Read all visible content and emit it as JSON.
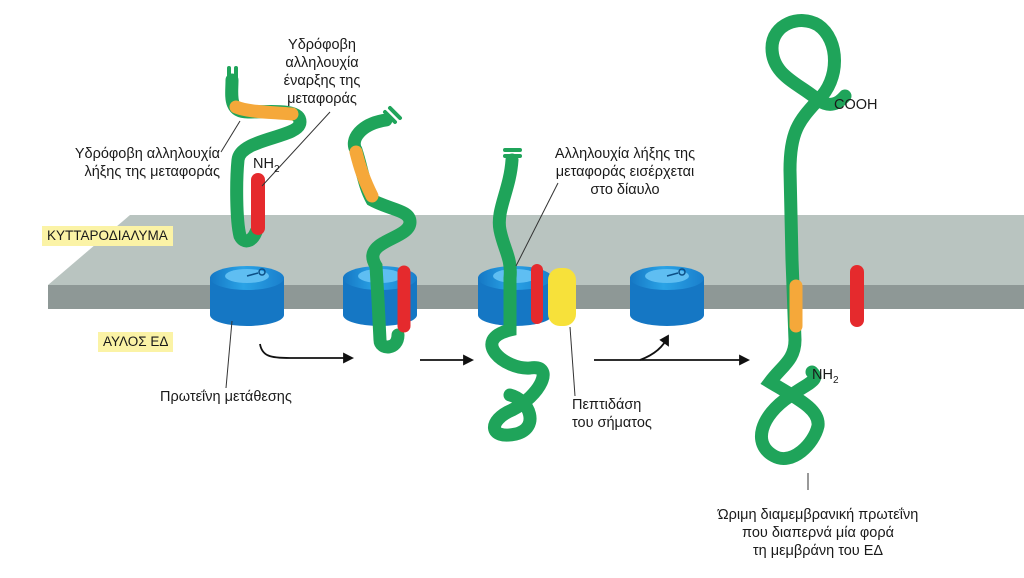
{
  "regions": {
    "cytosol": "ΚΥΤΤΑΡΟΔΙΑΛΥΜΑ",
    "er_lumen": "ΑΥΛΟΣ ΕΔ"
  },
  "labels": {
    "start_transfer": [
      "Υδρόφοβη",
      "αλληλουχία",
      "έναρξης της",
      "μεταφοράς"
    ],
    "stop_transfer": [
      "Υδρόφοβη αλληλουχία",
      "λήξης της μεταφοράς"
    ],
    "nh2_top": "NH",
    "nh2_top_sub": "2",
    "stop_enters": [
      "Αλληλουχία λήξης της",
      "μεταφοράς εισέρχεται",
      "στο δίαυλο"
    ],
    "cooh": "COOH",
    "translocon": "Πρωτεΐνη μετάθεσης",
    "signal_peptidase": [
      "Πεπτιδάση",
      "του σήματος"
    ],
    "nh2_bottom": "NH",
    "nh2_bottom_sub": "2",
    "mature_protein": [
      "Ώριμη διαμεμβρανική πρωτεΐνη",
      "που διαπερνά μία φορά",
      "τη μεμβράνη του ΕΔ"
    ]
  },
  "colors": {
    "chain": "#1fa45a",
    "start_segment": "#f5a83a",
    "stop_segment": "#e52a2d",
    "peptidase": "#f7e13a",
    "translocon": "#1f8fd6",
    "membrane_top": "#b9c4c0",
    "membrane_side": "#8e9896",
    "tag_bg": "#fbf3a6"
  },
  "icons": [
    "translocon-icon",
    "arrow-right-icon",
    "arrow-curved-icon"
  ]
}
